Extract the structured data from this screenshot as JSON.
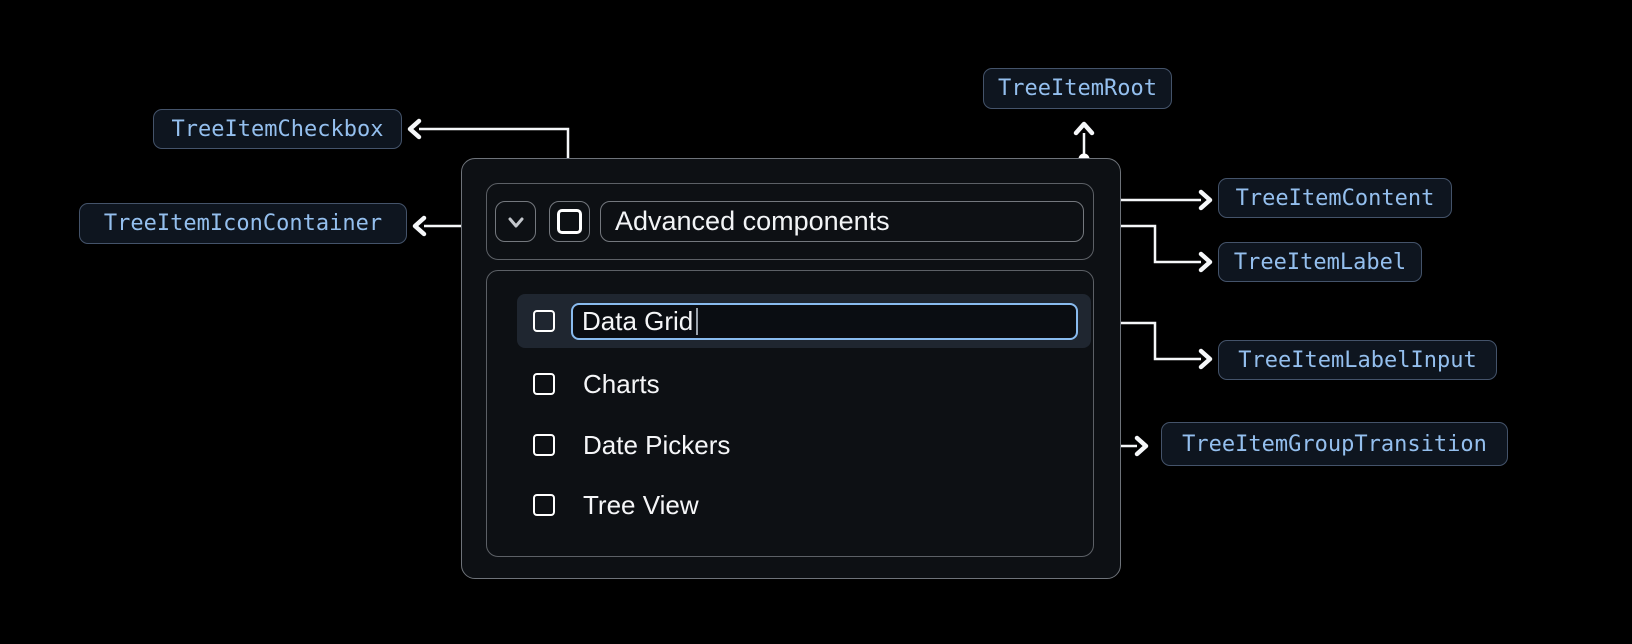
{
  "labels": {
    "root": "TreeItemRoot",
    "checkbox": "TreeItemCheckbox",
    "icon_container": "TreeItemIconContainer",
    "content": "TreeItemContent",
    "label": "TreeItemLabel",
    "label_input": "TreeItemLabelInput",
    "group_transition": "TreeItemGroupTransition"
  },
  "tree": {
    "parent_label": "Advanced components",
    "editing_item": {
      "value": "Data Grid"
    },
    "items": [
      "Charts",
      "Date Pickers",
      "Tree View"
    ]
  },
  "colors": {
    "background": "#000000",
    "chip_text": "#94bfee",
    "chip_border": "#44536a",
    "chip_bg": "#0e151f",
    "connector": "#f5f7f9",
    "card_bg": "#0d1014",
    "card_border": "#6e737a",
    "highlight_row_bg": "#1f2630",
    "input_border": "#89bbef",
    "text": "#f5f6f8"
  }
}
